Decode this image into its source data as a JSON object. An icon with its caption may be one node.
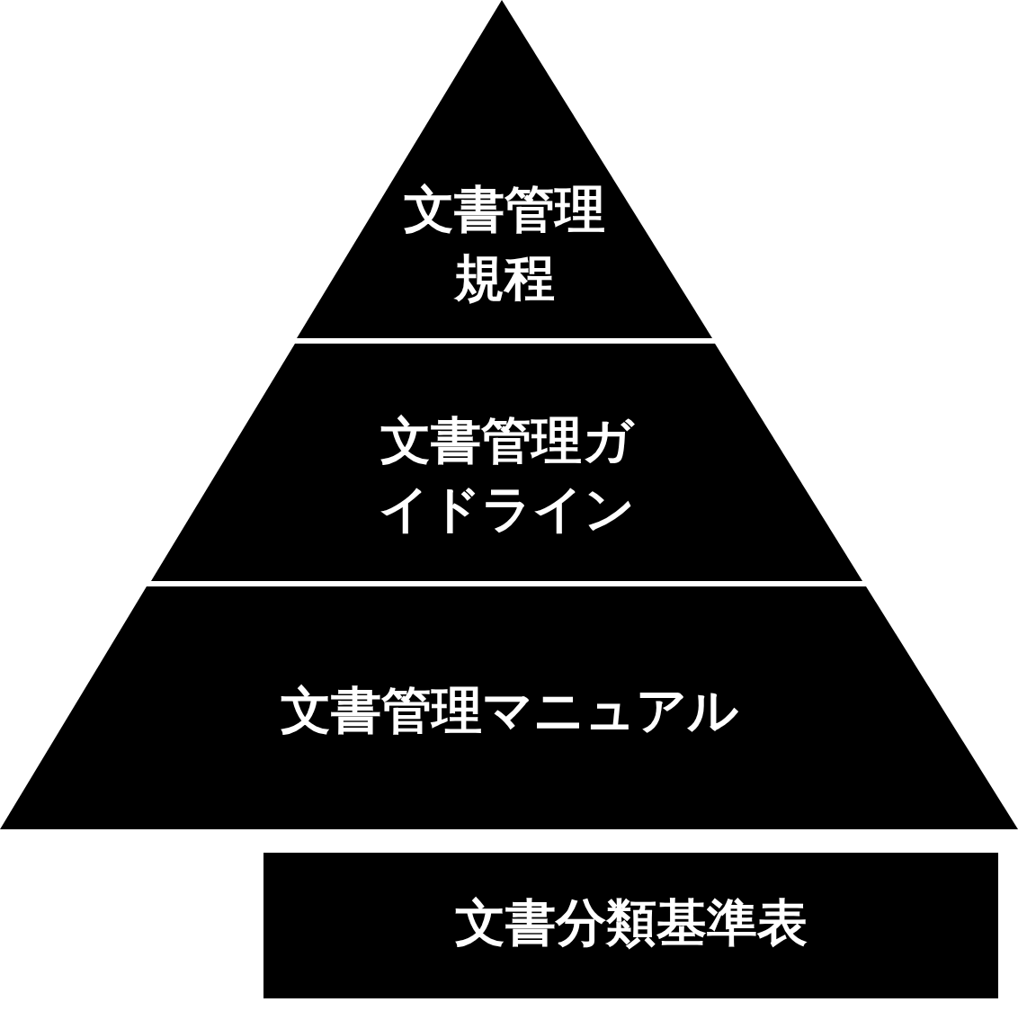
{
  "diagram": {
    "nodes": [
      {
        "text": [
          "文書管理規程"
        ]
      },
      {
        "text": [
          "文書管理ガイドライン"
        ]
      },
      {
        "text": [
          "文書管理マニュアル"
        ]
      },
      {
        "text": [
          "文書分類基準表"
        ]
      }
    ]
  }
}
